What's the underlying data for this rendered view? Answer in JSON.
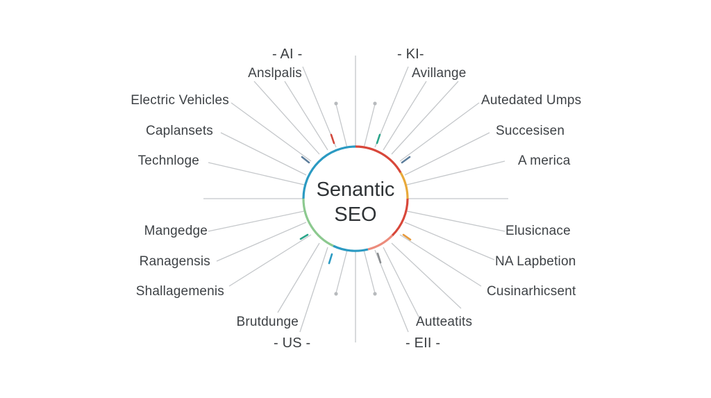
{
  "diagram": {
    "center": {
      "line1": "Senantic",
      "line2": "SEO"
    },
    "axis_labels": {
      "top_left": "- AI -",
      "top_right": "- KI-",
      "bottom_left": "- US -",
      "bottom_right": "- EII -"
    },
    "left_labels": [
      {
        "text": "Anslpalis"
      },
      {
        "text": "Electric Vehicles"
      },
      {
        "text": "Caplansets"
      },
      {
        "text": "Technloge"
      },
      {
        "text": "Mangedge"
      },
      {
        "text": "Ranagensis"
      },
      {
        "text": "Shallagemenis"
      },
      {
        "text": "Brutdunge"
      }
    ],
    "right_labels": [
      {
        "text": "Avillange"
      },
      {
        "text": "Autedated Umps"
      },
      {
        "text": "Succesisen"
      },
      {
        "text": "A merica"
      },
      {
        "text": "Elusicnace"
      },
      {
        "text": "NA Lapbetion"
      },
      {
        "text": "Cusinarhicsent"
      },
      {
        "text": "Autteatits"
      }
    ],
    "colors": {
      "line": "#c4c7ca",
      "text": "#3e4246",
      "ring_blue": "#2b9ac2",
      "ring_red": "#d8473a",
      "ring_orange": "#e8a93a",
      "ring_green": "#8cc98f",
      "ring_salmon": "#ec8c7c",
      "tick_red": "#d2483c",
      "tick_teal": "#2aa58a",
      "tick_steel": "#5d7e9c",
      "tick_orange": "#e59a3f",
      "tick_gray": "#8a8d90",
      "dot": "#b7babd"
    }
  }
}
